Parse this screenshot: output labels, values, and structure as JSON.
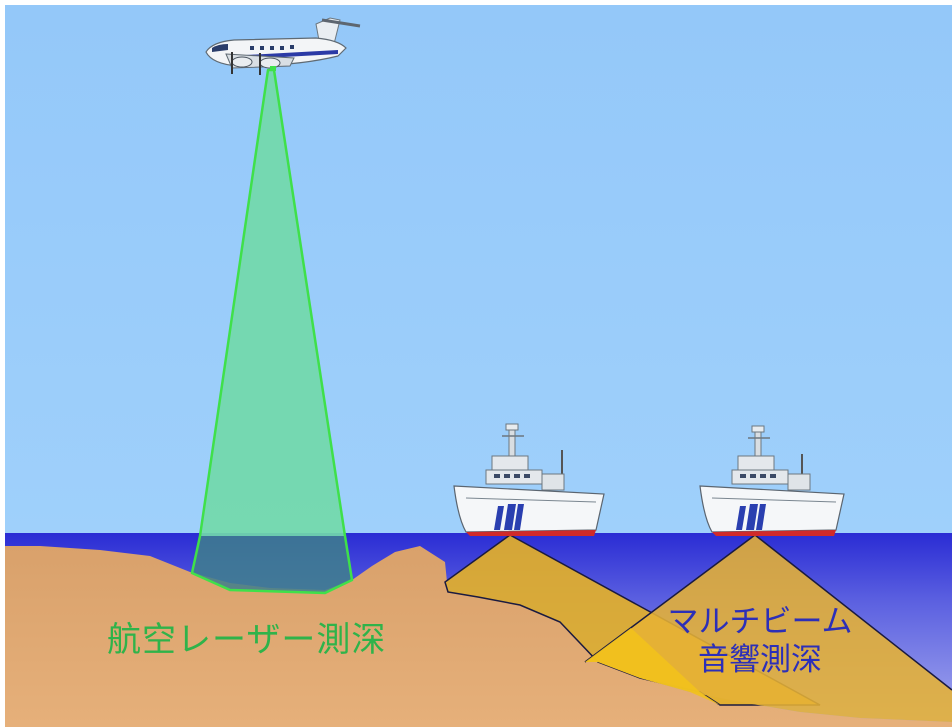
{
  "labels": {
    "airborne_laser": "航空レーザー測深",
    "multibeam_line1": "マルチビーム",
    "multibeam_line2": "音響測深"
  },
  "colors": {
    "sky": "#97cbfa",
    "sea_top": "#2b2fd3",
    "sea_bottom": "#8f95ec",
    "seabed": "#dca06c",
    "laser_beam": "#6fd6a8",
    "laser_outline": "#3ddb3f",
    "sonar_beam": "#e4b232",
    "airborne_label": "#2fb34a",
    "multibeam_label": "#2c2fb8"
  },
  "icons": {
    "aircraft": "survey-aircraft-icon",
    "ship": "survey-vessel-icon"
  }
}
